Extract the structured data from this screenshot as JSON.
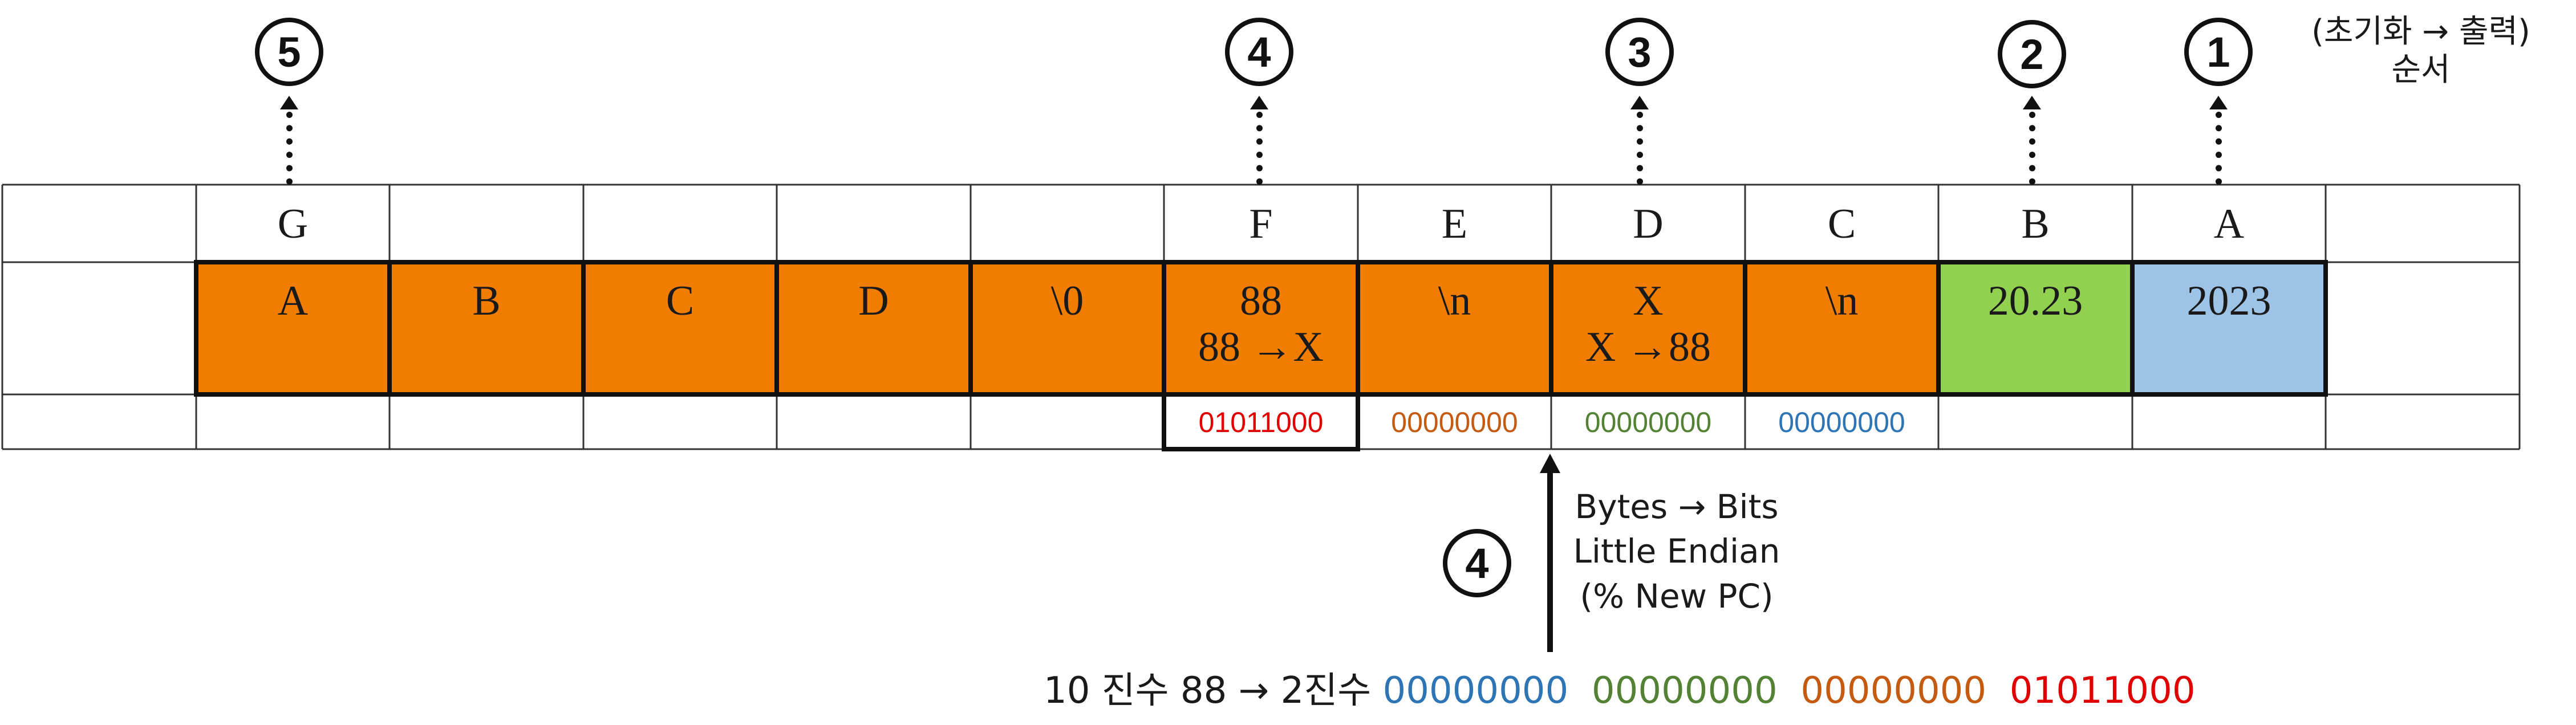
{
  "colors": {
    "orange": "#F07C00",
    "green": "#92D050",
    "blue": "#9DC3E6",
    "bits_f": "#E00000",
    "bits_e": "#C55A11",
    "bits_d": "#548235",
    "bits_c": "#2E75B6",
    "text": "#1a1a1a"
  },
  "order_badges": {
    "b1": "1",
    "b2": "2",
    "b3": "3",
    "b4": "4",
    "b5": "5",
    "b4_lower": "4"
  },
  "order_note": {
    "line1": "(초기화 → 출력)",
    "line2": "순서"
  },
  "header_row": [
    "",
    "G",
    "",
    "",
    "",
    "",
    "F",
    "E",
    "D",
    "C",
    "B",
    "A",
    ""
  ],
  "value_row": [
    {
      "text": "",
      "fill": "none"
    },
    {
      "text": "A",
      "fill": "orange"
    },
    {
      "text": "B",
      "fill": "orange"
    },
    {
      "text": "C",
      "fill": "orange"
    },
    {
      "text": "D",
      "fill": "orange"
    },
    {
      "text": "\\0",
      "fill": "orange"
    },
    {
      "text": "88\n88 →X",
      "fill": "orange"
    },
    {
      "text": "\\n",
      "fill": "orange"
    },
    {
      "text": "X\nX →88",
      "fill": "orange"
    },
    {
      "text": "\\n",
      "fill": "orange"
    },
    {
      "text": "20.23",
      "fill": "green"
    },
    {
      "text": "2023",
      "fill": "blue"
    },
    {
      "text": "",
      "fill": "none"
    }
  ],
  "bits_row": [
    {
      "col": 6,
      "text": "01011000",
      "color": "bits_f"
    },
    {
      "col": 7,
      "text": "00000000",
      "color": "bits_e"
    },
    {
      "col": 8,
      "text": "00000000",
      "color": "bits_d"
    },
    {
      "col": 9,
      "text": "00000000",
      "color": "bits_c"
    }
  ],
  "endian_note": {
    "line1": "Bytes → Bits",
    "line2": "Little Endian",
    "line3": "(% New PC)"
  },
  "bottom": {
    "prefix": "10 진수 88 → 2진수 ",
    "b1": "00000000",
    "b2": "00000000",
    "b3": "00000000",
    "b4": "01011000"
  }
}
